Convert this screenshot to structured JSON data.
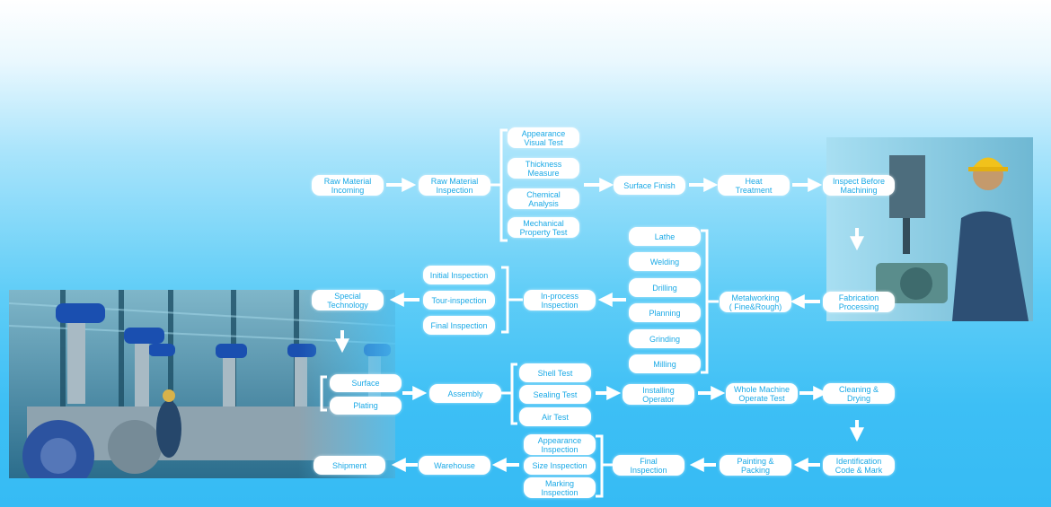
{
  "nodes": {
    "raw_material_incoming": "Raw Material\nIncoming",
    "raw_material_inspection": "Raw Material\nInspection",
    "appearance_visual_test": "Appearance\nVisual Test",
    "thickness_measure": "Thickness\nMeasure",
    "chemical_analysis": "Chemical\nAnalysis",
    "mechanical_property_test": "Mechanical\nProperty Test",
    "surface_finish": "Surface Finish",
    "heat_treatment": "Heat\nTreatment",
    "inspect_before_machining": "Inspect Before\nMachining",
    "fabrication_processing": "Fabrication\nProcessing",
    "metalworking": "Metalworking\n( Fine&Rough)",
    "lathe": "Lathe",
    "welding": "Welding",
    "drilling": "Drilling",
    "planning": "Planning",
    "grinding": "Grinding",
    "milling": "Milling",
    "in_process_inspection": "In-process\nInspection",
    "initial_inspection": "Initial Inspection",
    "tour_inspection": "Tour-inspection",
    "final_inspection_small": "Final Inspection",
    "special_technology": "Special\nTechnology",
    "surface": "Surface",
    "plating": "Plating",
    "assembly": "Assembly",
    "shell_test": "Shell Test",
    "sealing_test": "Sealing Test",
    "air_test": "Air Test",
    "installing_operator": "Installing\nOperator",
    "whole_machine_operate_test": "Whole Machine\nOperate Test",
    "cleaning_drying": "Cleaning  &\nDrying",
    "identification_code_mark": "Identification\nCode & Mark",
    "painting_packing": "Painting &\nPacking",
    "final_inspection": "Final\nInspection",
    "appearance_inspection": "Appearance\nInspection",
    "size_inspection": "Size Inspection",
    "marking_inspection": "Marking\nInspection",
    "warehouse": "Warehouse",
    "shipment": "Shipment"
  },
  "colors": {
    "node_text": "#1aa9e6",
    "node_bg": "#ffffff",
    "arrow": "#ffffff"
  }
}
